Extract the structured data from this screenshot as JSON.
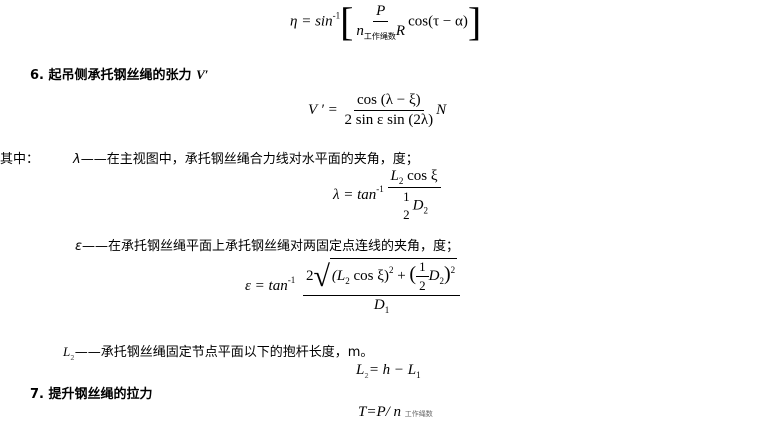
{
  "eq_eta": {
    "lhs": "η = sin",
    "sup": "-1",
    "num": "P",
    "den_n": "n",
    "den_sub": "工作绳数",
    "den_R": "R",
    "tail": "cos(τ − α)"
  },
  "h6": {
    "num": "6.",
    "text": "起吊侧承托钢丝绳的张力",
    "var": "V′"
  },
  "eq_v": {
    "lhs": "V ′ =",
    "num": "cos (λ − ξ)",
    "den": "2 sin  ε sin (2λ)",
    "tail": "N"
  },
  "where": {
    "label": "其中：",
    "lambda_sym": "λ",
    "lambda_desc": "——在主视图中，承托钢丝绳合力线对水平面的夹角，度；",
    "eps_sym": "ε",
    "eps_desc": "——在承托钢丝绳平面上承托钢丝绳对两固定点连线的夹角，度；",
    "l2_sym": "L",
    "l2_sub": "2",
    "l2_desc": "——承托钢丝绳固定节点平面以下的抱杆长度，m。"
  },
  "eq_lambda": {
    "lhs": "λ = tan",
    "sup": "-1",
    "num_L": "L",
    "num_sub": "2",
    "num_tail": "cos ξ",
    "den_half_num": "1",
    "den_half_den": "2",
    "den_D": "D",
    "den_sub": "2"
  },
  "eq_eps": {
    "lhs": "ε  =  tan",
    "sup": "-1",
    "two": "2",
    "term1": "(L",
    "t1sub": "2",
    "t1tail": " cos  ξ)",
    "sq": "2",
    "plus": " + ",
    "half_num": "1",
    "half_den": "2",
    "D": "D",
    "Dsub": "2",
    "sq2": "2",
    "den": "D",
    "densub": "1"
  },
  "eq_l2": {
    "L": "L",
    "sub": "2",
    "rhs": "= h − L",
    "rsub": "1"
  },
  "h7": {
    "num": "7.",
    "text": "提升钢丝绳的拉力"
  },
  "eq_t": {
    "text": "T=P/ n",
    "sub": "工作绳数"
  }
}
